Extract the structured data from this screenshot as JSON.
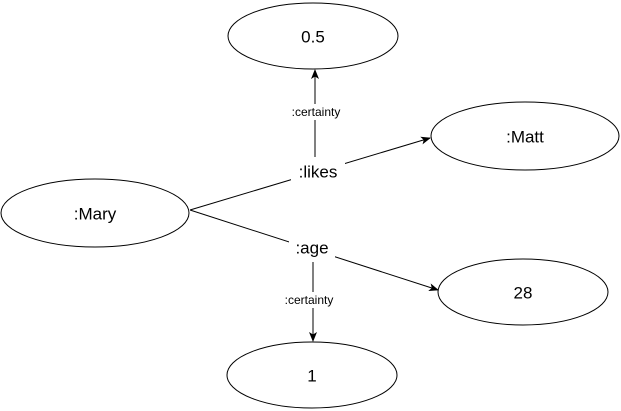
{
  "nodes": {
    "mary": ":Mary",
    "matt": ":Matt",
    "certainty_likes": "0.5",
    "age_value": "28",
    "certainty_age": "1"
  },
  "edges": {
    "likes": ":likes",
    "age": ":age",
    "certainty_top": ":certainty",
    "certainty_bottom": ":certainty"
  }
}
